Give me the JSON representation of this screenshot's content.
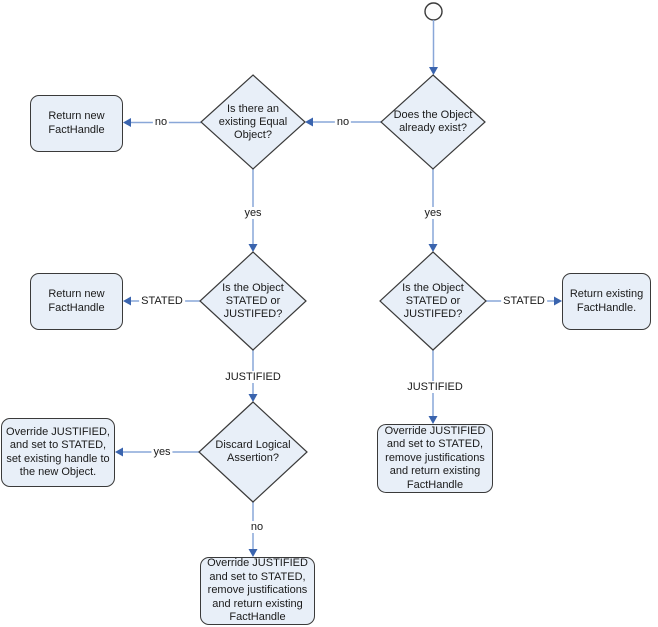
{
  "colors": {
    "shape_fill": "#e8eff8",
    "shape_border": "#3a3a3a",
    "connector": "#89a7d8",
    "arrowhead": "#3a64ae",
    "text": "#1a1a1a"
  },
  "nodes": {
    "does_object_exist": {
      "label": "Does the Object\nalready exist?"
    },
    "existing_equal_object": {
      "label": "Is there an\nexisting Equal\nObject?"
    },
    "stated_or_justified_left": {
      "label": "Is the Object\nSTATED or\nJUSTIFED?"
    },
    "stated_or_justified_right": {
      "label": "Is the Object\nSTATED or\nJUSTIFED?"
    },
    "discard_logical_assertion": {
      "label": "Discard Logical\nAssertion?"
    },
    "return_new_facthandle_top": {
      "label": "Return new\nFactHandle"
    },
    "return_new_facthandle_mid": {
      "label": "Return new\nFactHandle"
    },
    "return_existing_facthandle": {
      "label": "Return existing\nFactHandle."
    },
    "override_set_existing_handle": {
      "label": "Override JUSTIFIED,\nand set to STATED,\nset existing handle to\nthe new Object."
    },
    "override_remove_justifications_right": {
      "label": "Override JUSTIFIED\nand set to STATED,\nremove justifications\nand return existing\nFactHandle"
    },
    "override_remove_justifications_bottom": {
      "label": "Override JUSTIFIED\nand set to STATED,\nremove justifications\nand return existing\nFactHandle"
    }
  },
  "edges": {
    "exist_no": "no",
    "exist_yes": "yes",
    "equal_no": "no",
    "equal_yes": "yes",
    "stated_left": "STATED",
    "justified_left": "JUSTIFIED",
    "stated_right": "STATED",
    "justified_right": "JUSTIFIED",
    "discard_yes": "yes",
    "discard_no": "no"
  }
}
